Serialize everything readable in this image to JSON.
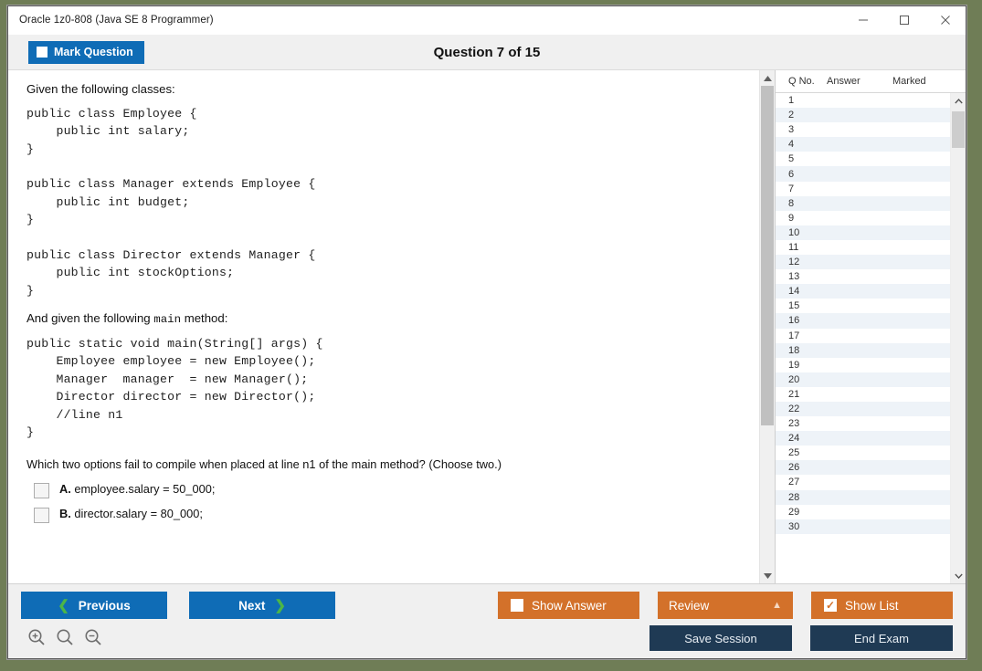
{
  "window": {
    "title": "Oracle 1z0-808 (Java SE 8 Programmer)",
    "controls": {
      "minimize": "—",
      "maximize": "□",
      "close": "✕"
    }
  },
  "header": {
    "mark_question_label": "Mark Question",
    "question_title": "Question 7 of 15"
  },
  "content": {
    "intro": "Given the following classes:",
    "code_block_1": "public class Employee {\n    public int salary;\n}\n\npublic class Manager extends Employee {\n    public int budget;\n}\n\npublic class Director extends Manager {\n    public int stockOptions;\n}",
    "intro2_before": "And given the following ",
    "intro2_mono": "main",
    "intro2_after": " method:",
    "code_block_2": "public static void main(String[] args) {\n    Employee employee = new Employee();\n    Manager  manager  = new Manager();\n    Director director = new Director();\n    //line n1\n}",
    "question": "Which two options fail to compile when placed at line n1 of the main method? (Choose two.)",
    "options": [
      {
        "letter": "A.",
        "text": "employee.salary = 50_000;",
        "checked": false
      },
      {
        "letter": "B.",
        "text": "director.salary = 80_000;",
        "checked": false
      }
    ]
  },
  "list_panel": {
    "columns": [
      "Q No.",
      "Answer",
      "Marked"
    ],
    "rows": [
      {
        "no": "1",
        "answer": "",
        "marked": ""
      },
      {
        "no": "2",
        "answer": "",
        "marked": ""
      },
      {
        "no": "3",
        "answer": "",
        "marked": ""
      },
      {
        "no": "4",
        "answer": "",
        "marked": ""
      },
      {
        "no": "5",
        "answer": "",
        "marked": ""
      },
      {
        "no": "6",
        "answer": "",
        "marked": ""
      },
      {
        "no": "7",
        "answer": "",
        "marked": ""
      },
      {
        "no": "8",
        "answer": "",
        "marked": ""
      },
      {
        "no": "9",
        "answer": "",
        "marked": ""
      },
      {
        "no": "10",
        "answer": "",
        "marked": ""
      },
      {
        "no": "11",
        "answer": "",
        "marked": ""
      },
      {
        "no": "12",
        "answer": "",
        "marked": ""
      },
      {
        "no": "13",
        "answer": "",
        "marked": ""
      },
      {
        "no": "14",
        "answer": "",
        "marked": ""
      },
      {
        "no": "15",
        "answer": "",
        "marked": ""
      },
      {
        "no": "16",
        "answer": "",
        "marked": ""
      },
      {
        "no": "17",
        "answer": "",
        "marked": ""
      },
      {
        "no": "18",
        "answer": "",
        "marked": ""
      },
      {
        "no": "19",
        "answer": "",
        "marked": ""
      },
      {
        "no": "20",
        "answer": "",
        "marked": ""
      },
      {
        "no": "21",
        "answer": "",
        "marked": ""
      },
      {
        "no": "22",
        "answer": "",
        "marked": ""
      },
      {
        "no": "23",
        "answer": "",
        "marked": ""
      },
      {
        "no": "24",
        "answer": "",
        "marked": ""
      },
      {
        "no": "25",
        "answer": "",
        "marked": ""
      },
      {
        "no": "26",
        "answer": "",
        "marked": ""
      },
      {
        "no": "27",
        "answer": "",
        "marked": ""
      },
      {
        "no": "28",
        "answer": "",
        "marked": ""
      },
      {
        "no": "29",
        "answer": "",
        "marked": ""
      },
      {
        "no": "30",
        "answer": "",
        "marked": ""
      }
    ]
  },
  "footer": {
    "previous_label": "Previous",
    "next_label": "Next",
    "show_answer_label": "Show Answer",
    "show_answer_checked": false,
    "review_label": "Review",
    "show_list_label": "Show List",
    "show_list_checked": true,
    "save_session_label": "Save Session",
    "end_exam_label": "End Exam",
    "zoom_icons": [
      "zoom-in-icon",
      "zoom-reset-icon",
      "zoom-out-icon"
    ]
  },
  "colors": {
    "accent_blue": "#0f6cb6",
    "accent_orange": "#d3712a",
    "dark_navy": "#1f3a54",
    "chevron_green": "#4cb648",
    "row_alt": "#eef3f8"
  }
}
